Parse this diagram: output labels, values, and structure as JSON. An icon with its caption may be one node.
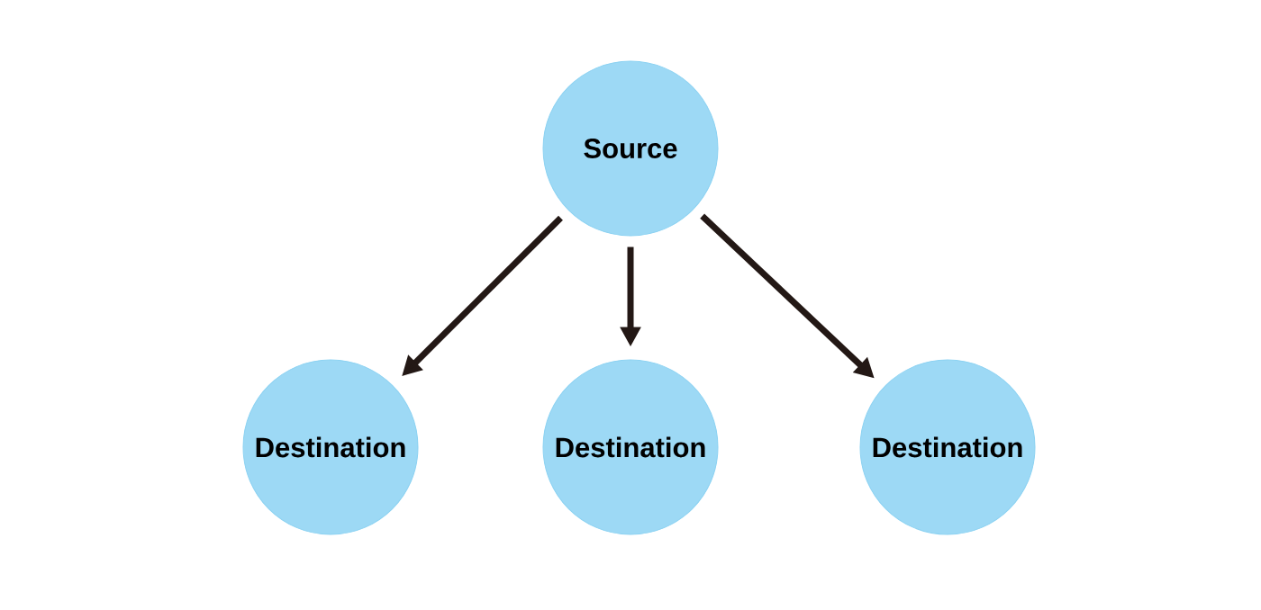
{
  "diagram": {
    "nodes": [
      {
        "text": [
          "Source"
        ]
      },
      {
        "text": [
          "Destination"
        ]
      },
      {
        "text": [
          "Destination"
        ]
      },
      {
        "text": [
          "Destination"
        ]
      }
    ],
    "edges": [
      {
        "from": 0,
        "to": 1,
        "arrow": "to"
      },
      {
        "from": 0,
        "to": 2,
        "arrow": "to"
      },
      {
        "from": 0,
        "to": 3,
        "arrow": "to"
      }
    ]
  }
}
